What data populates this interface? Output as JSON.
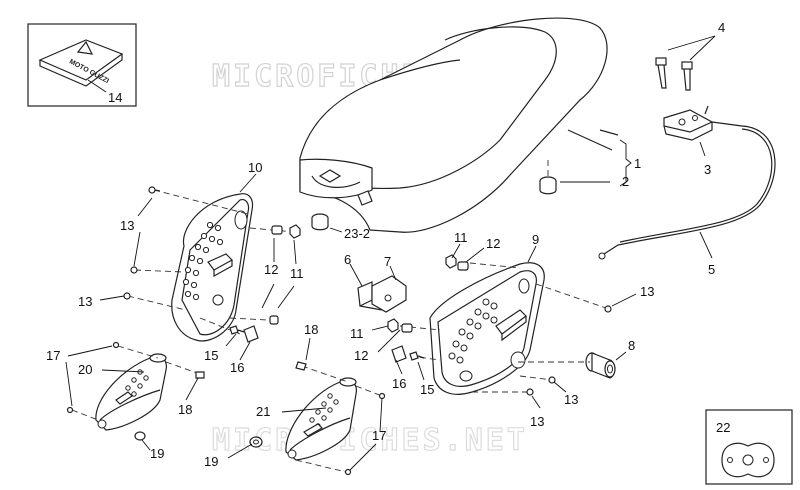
{
  "watermark": {
    "top": "MICROFICHES.NET",
    "bottom": "MICROFICHES.NET"
  },
  "decal": {
    "brand": "MOTO GUZZI"
  },
  "labels": [
    {
      "id": "lbl-1",
      "text": "1"
    },
    {
      "id": "lbl-2",
      "text": "2"
    },
    {
      "id": "lbl-3",
      "text": "3"
    },
    {
      "id": "lbl-4",
      "text": "4"
    },
    {
      "id": "lbl-5",
      "text": "5"
    },
    {
      "id": "lbl-6",
      "text": "6"
    },
    {
      "id": "lbl-7",
      "text": "7"
    },
    {
      "id": "lbl-8",
      "text": "8"
    },
    {
      "id": "lbl-9",
      "text": "9"
    },
    {
      "id": "lbl-10",
      "text": "10"
    },
    {
      "id": "lbl-11a",
      "text": "11"
    },
    {
      "id": "lbl-11b",
      "text": "11"
    },
    {
      "id": "lbl-11c",
      "text": "11"
    },
    {
      "id": "lbl-12a",
      "text": "12"
    },
    {
      "id": "lbl-12b",
      "text": "12"
    },
    {
      "id": "lbl-12c",
      "text": "12"
    },
    {
      "id": "lbl-13a",
      "text": "13"
    },
    {
      "id": "lbl-13b",
      "text": "13"
    },
    {
      "id": "lbl-13c",
      "text": "13"
    },
    {
      "id": "lbl-13d",
      "text": "13"
    },
    {
      "id": "lbl-13e",
      "text": "13"
    },
    {
      "id": "lbl-14",
      "text": "14"
    },
    {
      "id": "lbl-15a",
      "text": "15"
    },
    {
      "id": "lbl-15b",
      "text": "15"
    },
    {
      "id": "lbl-16a",
      "text": "16"
    },
    {
      "id": "lbl-16b",
      "text": "16"
    },
    {
      "id": "lbl-17a",
      "text": "17"
    },
    {
      "id": "lbl-17b",
      "text": "17"
    },
    {
      "id": "lbl-18a",
      "text": "18"
    },
    {
      "id": "lbl-18b",
      "text": "18"
    },
    {
      "id": "lbl-19a",
      "text": "19"
    },
    {
      "id": "lbl-19b",
      "text": "19"
    },
    {
      "id": "lbl-20",
      "text": "20"
    },
    {
      "id": "lbl-21",
      "text": "21"
    },
    {
      "id": "lbl-22",
      "text": "22"
    },
    {
      "id": "lbl-23-2",
      "text": "23-2"
    }
  ]
}
